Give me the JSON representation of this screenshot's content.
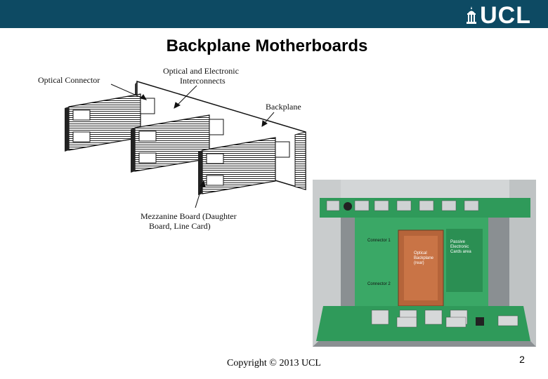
{
  "header": {
    "logo_text": "UCL"
  },
  "slide": {
    "title": "Backplane Motherboards",
    "page_number": "2"
  },
  "footer": {
    "copyright": "Copyright © 2013 UCL"
  },
  "diagram": {
    "labels": {
      "optical_connector": "Optical Connector",
      "interconnects_line1": "Optical and Electronic",
      "interconnects_line2": "Interconnects",
      "backplane": "Backplane",
      "mezzanine_line1": "Mezzanine Board (Daughter",
      "mezzanine_line2": "Board, Line Card)"
    }
  },
  "photo": {
    "labels": {
      "connector1": "Connector 1",
      "connector2": "Connector 2",
      "passive_line1": "Passive",
      "passive_line2": "Electronic",
      "passive_line3": "Cards area",
      "optical_line1": "Optical",
      "optical_line2": "Backplane",
      "optical_line3": "(rear)"
    }
  },
  "colors": {
    "header": "#0d4a63",
    "pcb_green": "#2f9a5a",
    "backplane_copper": "#b5643a"
  }
}
